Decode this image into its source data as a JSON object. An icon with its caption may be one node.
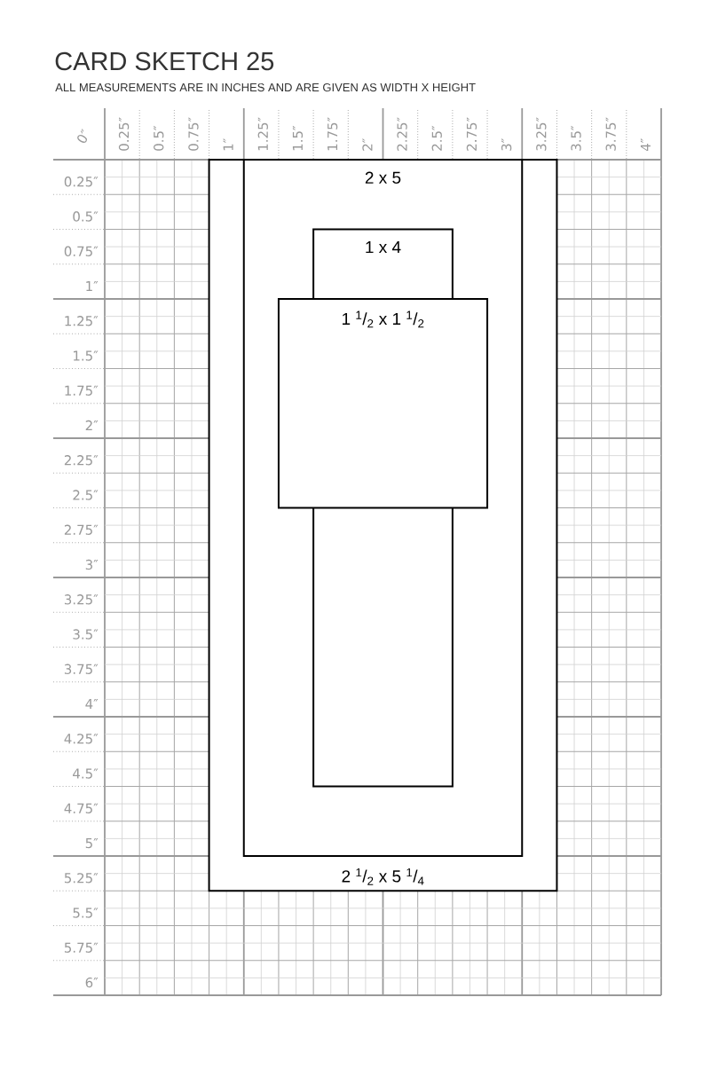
{
  "diagram": {
    "title": "CARD SKETCH 25",
    "nodes": [
      {
        "text": [
          "2 $^{1}$/$_{2}$ x 5 $^{1}$/$_{4}$"
        ]
      },
      {
        "text": [
          "2 x 5"
        ],
        "in": 0
      },
      {
        "text": [
          "1 x 4"
        ],
        "in": 1
      },
      {
        "text": [
          "1 $^{1}$/$_{2}$ x 1 $^{1}$/$_{2}$"
        ],
        "in": 1
      }
    ],
    "labels": [
      "ALL MEASUREMENTS ARE IN INCHES AND ARE GIVEN AS WIDTH X HEIGHT",
      "0″",
      "0.25″",
      "0.5″",
      "0.75″",
      "1″",
      "1.25″",
      "1.5″",
      "1.75″",
      "2″",
      "2.25″",
      "2.5″",
      "2.75″",
      "3″",
      "3.25″",
      "3.5″",
      "3.75″",
      "4″",
      "0.25″",
      "0.5″",
      "0.75″",
      "1″",
      "1.25″",
      "1.5″",
      "1.75″",
      "2″",
      "2.25″",
      "2.5″",
      "2.75″",
      "3″",
      "3.25″",
      "3.5″",
      "3.75″",
      "4″",
      "4.25″",
      "4.5″",
      "4.75″",
      "5″",
      "5.25″",
      "5.5″",
      "5.75″",
      "6″"
    ]
  }
}
